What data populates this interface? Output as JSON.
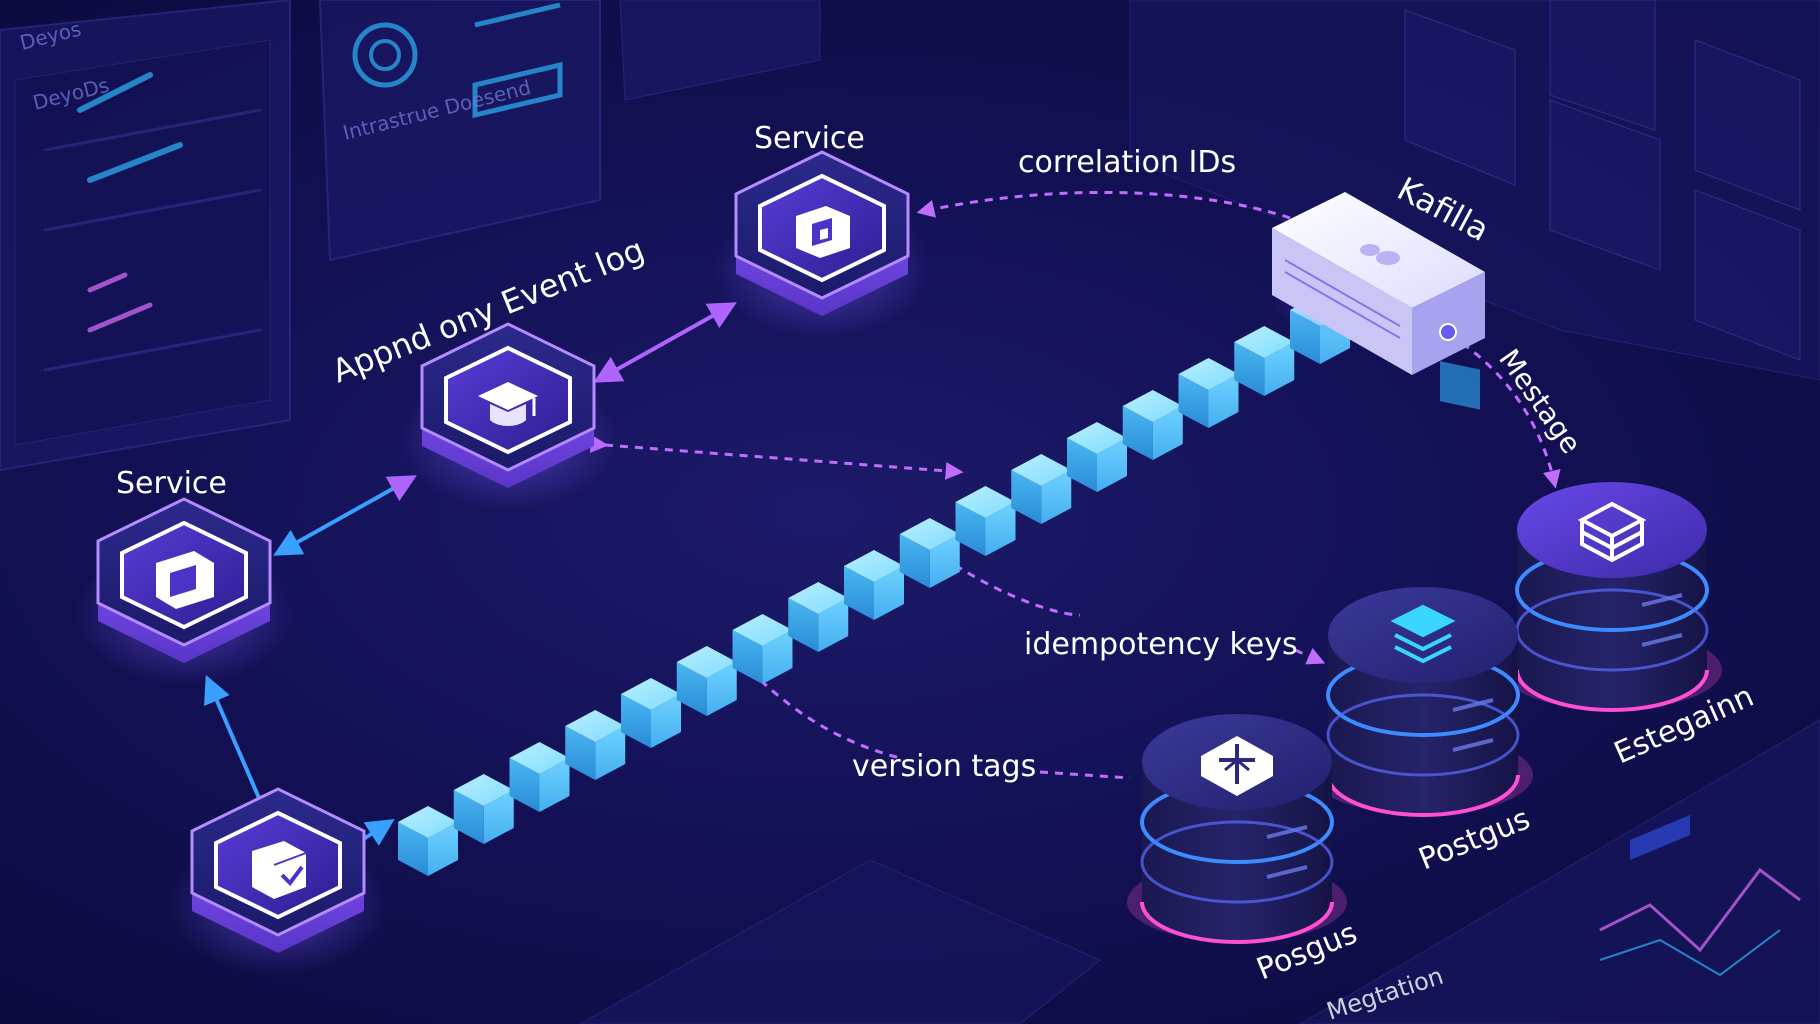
{
  "background_panels": {
    "top_left_title": "Deyos",
    "top_left_subtitle": "DeyoDs",
    "top_card_caption": "Intrastrue Doesend"
  },
  "labels": {
    "service_top": "Service",
    "service_left": "Service",
    "event_log": "Appnd ony Event log",
    "correlation": "correlation IDs",
    "kafka": "Kafilla",
    "message": "Mestage",
    "idempotency": "idempotency keys",
    "version": "version tags",
    "db_right": "Estegainn",
    "db_mid": "Postgus",
    "db_left": "Posgus",
    "bottom_panel": "Megtation"
  },
  "icons": {
    "service_top": "folder-cube-icon",
    "event_log": "graduation-cap-icon",
    "service_left": "cube-frame-icon",
    "source": "package-check-icon",
    "db_right": "stack-cube-icon",
    "db_mid": "layers-icon",
    "db_left": "sparkle-cube-icon",
    "kafka": "broker-box-icon"
  },
  "colors": {
    "background": "#141258",
    "hex_purple": "#8d5cff",
    "hex_glow": "#b48cff",
    "log_block": "#6dd6ff",
    "arrow_blue": "#3aa0ff",
    "arrow_purple": "#b064ff",
    "db_ring_blue": "#3d8cff",
    "db_ring_pink": "#ff4fd2"
  }
}
